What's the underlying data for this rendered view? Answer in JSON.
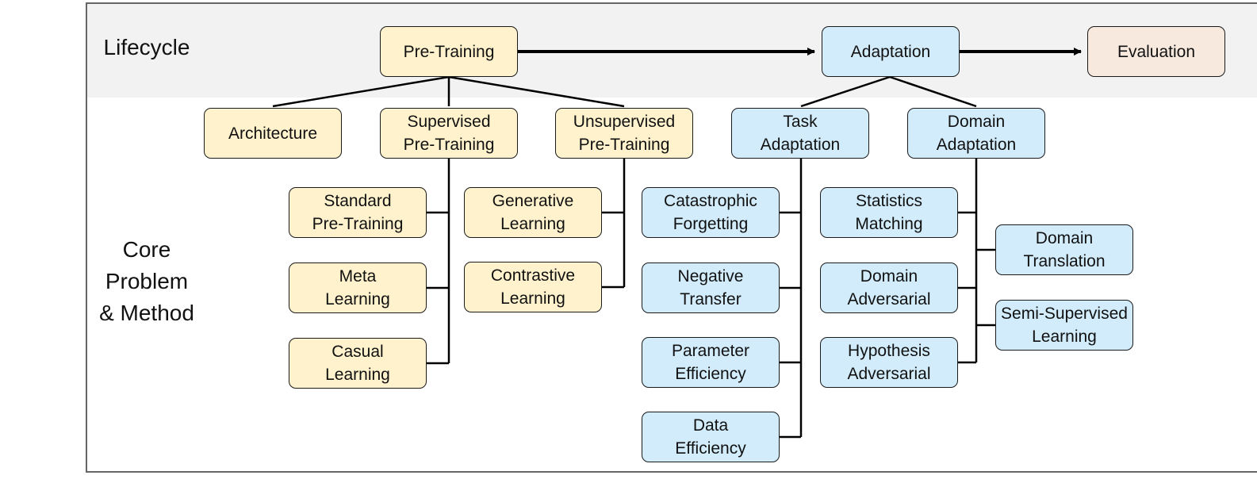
{
  "rows": {
    "lifecycle": "Lifecycle",
    "core": "Core\nProblem\n& Method"
  },
  "colors": {
    "pretraining": "#fff2cc",
    "adaptation": "#d2ecfb",
    "evaluation": "#f8e9df",
    "band": "#f2f2f2"
  },
  "nodes": {
    "pre_training": "Pre-Training",
    "adaptation": "Adaptation",
    "evaluation": "Evaluation",
    "architecture": "Architecture",
    "supervised_pt": "Supervised\nPre-Training",
    "unsupervised_pt": "Unsupervised\nPre-Training",
    "task_adaptation": "Task\nAdaptation",
    "domain_adaptation": "Domain\nAdaptation",
    "standard_pt": "Standard\nPre-Training",
    "meta_learning": "Meta\nLearning",
    "casual_learning": "Casual\nLearning",
    "generative_learning": "Generative\nLearning",
    "contrastive_learning": "Contrastive\nLearning",
    "catastrophic_forgetting": "Catastrophic\nForgetting",
    "negative_transfer": "Negative\nTransfer",
    "parameter_efficiency": "Parameter\nEfficiency",
    "data_efficiency": "Data\nEfficiency",
    "statistics_matching": "Statistics\nMatching",
    "domain_adversarial": "Domain\nAdversarial",
    "hypothesis_adversarial": "Hypothesis\nAdversarial",
    "domain_translation": "Domain\nTranslation",
    "semi_supervised_learning": "Semi-Supervised\nLearning"
  }
}
